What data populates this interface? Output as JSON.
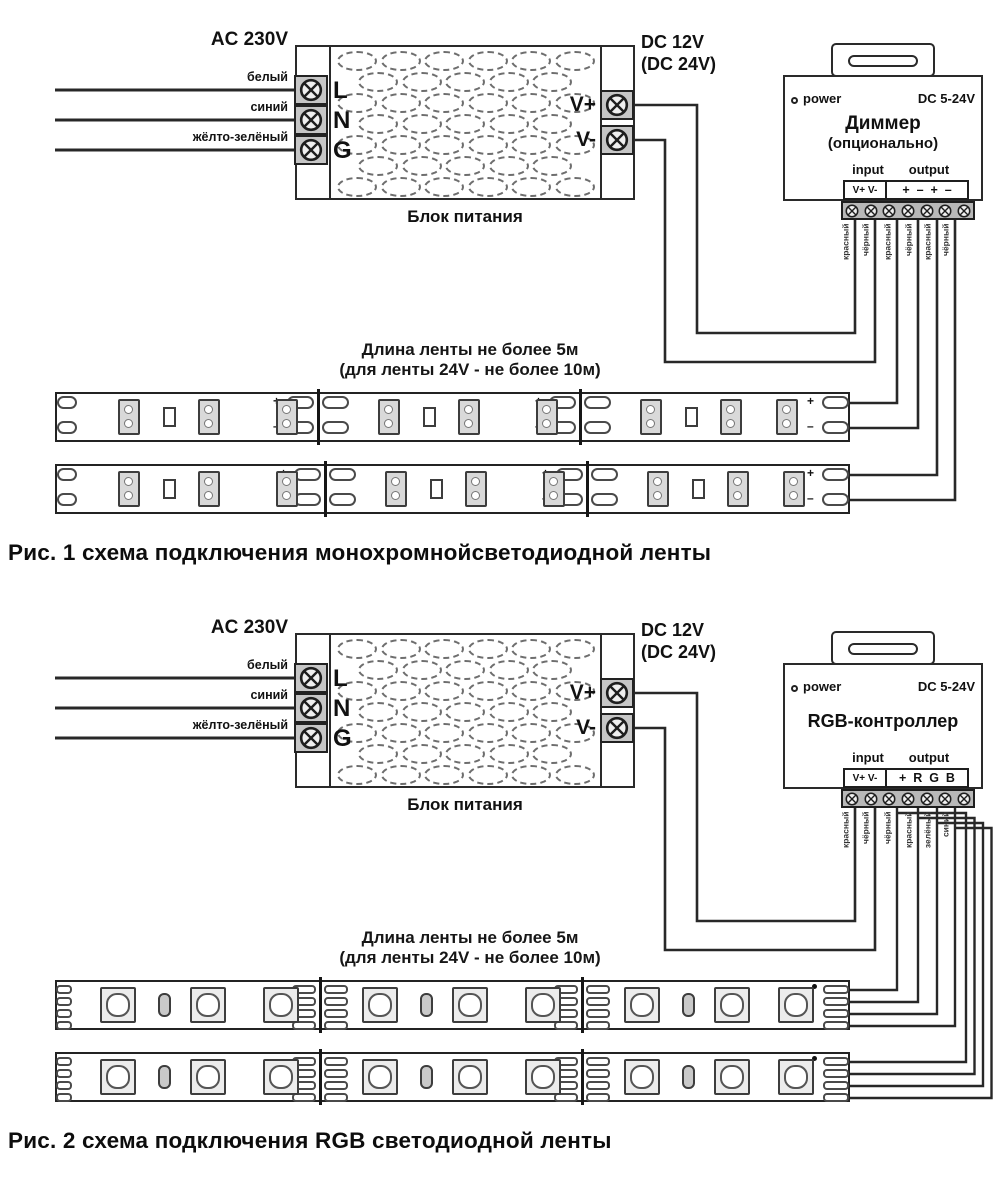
{
  "diagrams": [
    {
      "strip_type": "mono",
      "ac_voltage": "AC 230V",
      "ac_wires": [
        "белый",
        "синий",
        "жёлто-зелёный"
      ],
      "psu_terminals": [
        "L",
        "N",
        "G"
      ],
      "dc_plus": "V+",
      "dc_minus": "V-",
      "dc_voltage_line1": "DC 12V",
      "dc_voltage_line2": "(DC 24V)",
      "psu_caption": "Блок питания",
      "controller": {
        "power_label": "power",
        "rating": "DC 5-24V",
        "name_line1": "Диммер",
        "name_line2": "(опционально)",
        "input_label": "input",
        "output_label": "output",
        "input_terminals": "V+ V-",
        "output_terminals": "+  –  +  –",
        "wire_labels": [
          "красный",
          "чёрный",
          "красный",
          "чёрный",
          "красный",
          "чёрный"
        ]
      },
      "strip_note_line1": "Длина ленты не более 5м",
      "strip_note_line2": "(для ленты 24V - не более 10м)",
      "joint_marks": [
        "+",
        "–"
      ],
      "caption": "Рис. 1 схема подключения монохромнойсветодиодной ленты"
    },
    {
      "strip_type": "rgb",
      "ac_voltage": "AC 230V",
      "ac_wires": [
        "белый",
        "синий",
        "жёлто-зелёный"
      ],
      "psu_terminals": [
        "L",
        "N",
        "G"
      ],
      "dc_plus": "V+",
      "dc_minus": "V-",
      "dc_voltage_line1": "DC 12V",
      "dc_voltage_line2": "(DC 24V)",
      "psu_caption": "Блок питания",
      "controller": {
        "power_label": "power",
        "rating": "DC 5-24V",
        "name_line1": "RGB-контроллер",
        "name_line2": "",
        "input_label": "input",
        "output_label": "output",
        "input_terminals": "V+ V-",
        "output_terminals": "+  R  G  B",
        "wire_labels": [
          "красный",
          "чёрный",
          "чёрный",
          "красный",
          "зелёный",
          "синий"
        ]
      },
      "strip_note_line1": "Длина ленты не более 5м",
      "strip_note_line2": "(для ленты 24V - не более 10м)",
      "joint_marks": [
        "+",
        "–"
      ],
      "caption": "Рис. 2 схема подключения RGB светодиодной ленты"
    }
  ]
}
